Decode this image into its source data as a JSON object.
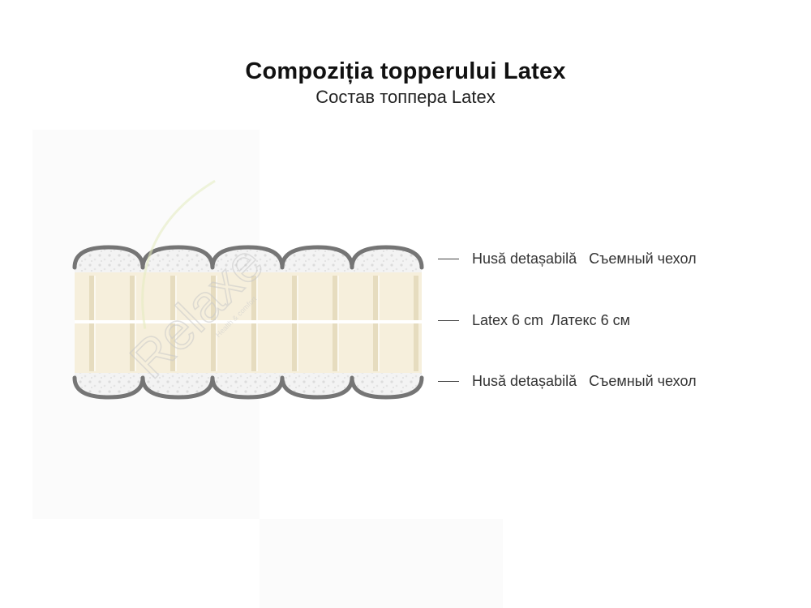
{
  "title": "Compoziția topperului Latex",
  "subtitle": "Состав топпера Latex",
  "watermark": {
    "brand": "Relaxe",
    "tagline": "Health & comfort"
  },
  "layers": [
    {
      "ro": "Husă detașabilă",
      "ru": "Съемный чехол"
    },
    {
      "ro": "Latex 6 cm",
      "ru": "Латекс 6 см"
    },
    {
      "ro": "Husă detașabilă",
      "ru": "Съемный чехол"
    }
  ],
  "colors": {
    "latex": "#f6efdc",
    "latex_stripe": "#e9dfc3",
    "cover_edge": "#757575",
    "cover_fill": "#f1f1f1"
  }
}
